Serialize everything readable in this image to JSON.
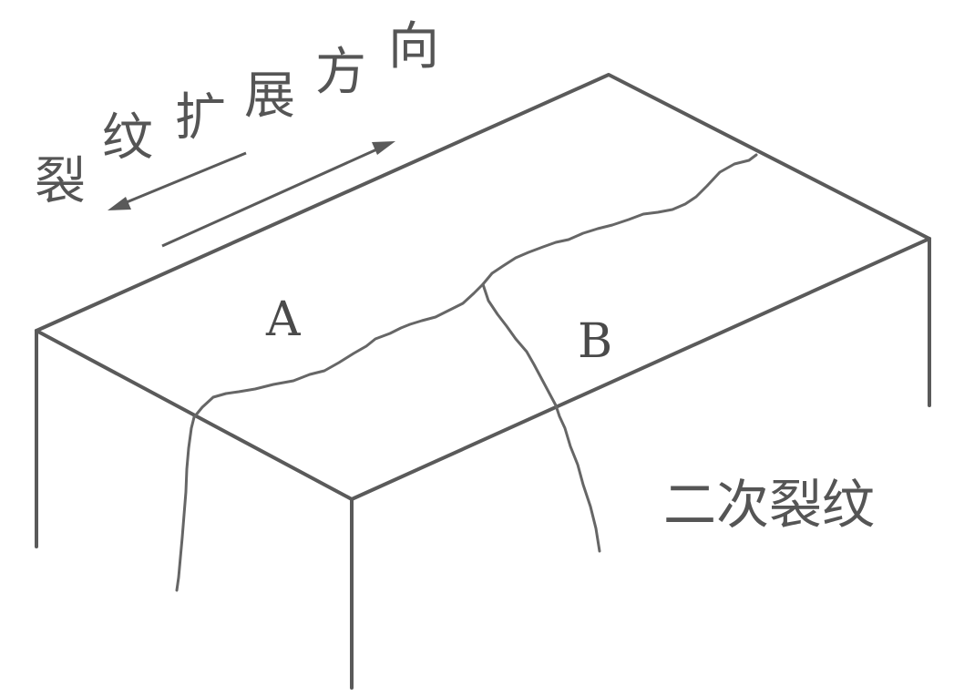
{
  "title_chars": [
    "裂",
    "纹",
    "扩",
    "展",
    "方",
    "向"
  ],
  "labels": {
    "region_a": "A",
    "region_b": "B",
    "secondary_crack": "二次裂纹"
  },
  "colors": {
    "line": "#5a5a5a",
    "text": "#4a4a4a",
    "background": "#ffffff"
  }
}
